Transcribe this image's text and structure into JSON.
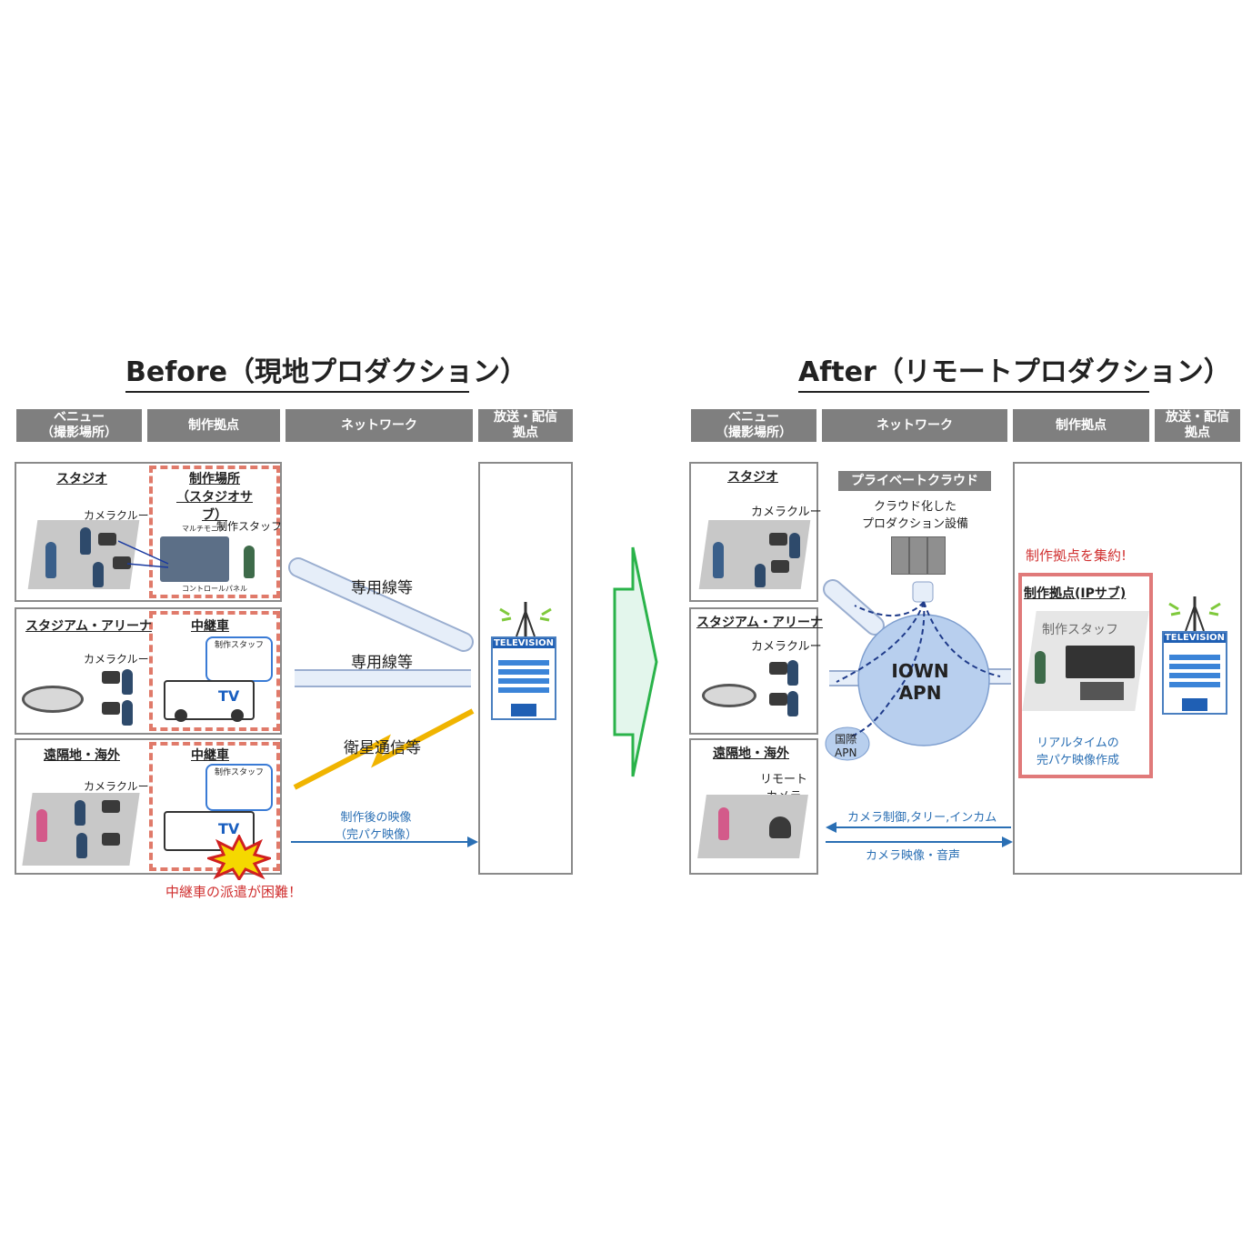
{
  "before": {
    "title": "Before（現地プロダクション）",
    "headers": [
      "ベニュー\n（撮影場所）",
      "制作拠点",
      "ネットワーク",
      "放送・配信\n拠点"
    ],
    "rows": [
      {
        "venue": "スタジオ",
        "crew": "カメラクルー",
        "site": "制作場所\n（スタジオサブ）",
        "staff": "制作スタッフ",
        "multi": "マルチモニタ",
        "panel": "コントロールパネル"
      },
      {
        "venue": "スタジアム・アリーナ",
        "crew": "カメラクルー",
        "site": "中継車",
        "staff": "制作スタッフ",
        "tv": "TV"
      },
      {
        "venue": "遠隔地・海外",
        "crew": "カメラクルー",
        "site": "中継車",
        "staff": "制作スタッフ",
        "tv": "TV"
      }
    ],
    "links": [
      "専用線等",
      "専用線等",
      "衛星通信等"
    ],
    "output": "制作後の映像\n（完パケ映像）",
    "warning": "中継車の派遣が困難！",
    "station": "TELEVISION"
  },
  "after": {
    "title": "After（リモートプロダクション）",
    "headers": [
      "ベニュー\n（撮影場所）",
      "ネットワーク",
      "制作拠点",
      "放送・配信\n拠点"
    ],
    "rows": [
      {
        "venue": "スタジオ",
        "crew": "カメラクルー"
      },
      {
        "venue": "スタジアム・アリーナ",
        "crew": "カメラクルー"
      },
      {
        "venue": "遠隔地・海外",
        "crew": "リモート\nカメラ"
      }
    ],
    "cloud_label": "プライベートクラウド",
    "cloud_equipment": "クラウド化した\nプロダクション設備",
    "network": "IOWN\nAPN",
    "intl": "国際\nAPN",
    "control": "カメラ制御,タリー,インカム",
    "video": "カメラ映像・音声",
    "consolidate": "制作拠点を集約!",
    "hub": "制作拠点(IPサブ)",
    "hub_staff": "制作スタッフ",
    "realtime": "リアルタイムの\n完パケ映像作成",
    "station": "TELEVISION"
  },
  "colors": {
    "header": "#7f7f7f",
    "dashed": "#e07a6a",
    "arrow_blue": "#2a6fb4",
    "apn": "#b8cfee",
    "satellite": "#f0b400",
    "transition_arrow": "#2ab34a"
  }
}
